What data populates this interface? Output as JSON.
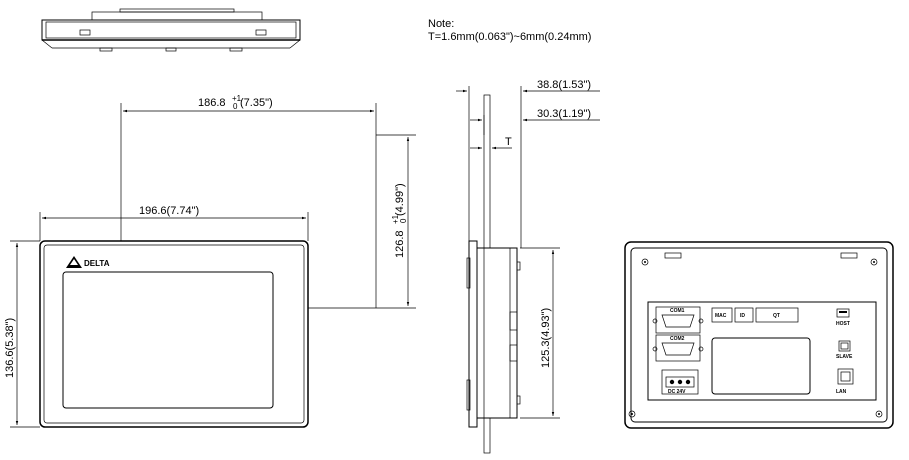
{
  "note": {
    "title": "Note:",
    "body": "T=1.6mm(0.063\")~6mm(0.24mm)"
  },
  "dimensions": {
    "cutout_width_value": "186.8",
    "cutout_width_tol_upper": "+1",
    "cutout_width_tol_lower": "0",
    "cutout_width_inch": "(7.35\")",
    "panel_width": "196.6(7.74\")",
    "cutout_height_value": "126.8",
    "cutout_height_tol_upper": "+1",
    "cutout_height_tol_lower": "0",
    "cutout_height_inch": "(4.99\")",
    "panel_height": "136.6(5.38\")",
    "depth_total": "38.8(1.53\")",
    "depth_body": "30.3(1.19\")",
    "thickness_label": "T",
    "body_height": "125.3(4.93\")"
  },
  "front_logo": "DELTA",
  "rear_labels": {
    "com1": "COM1",
    "com2": "COM2",
    "mac": "MAC",
    "id": "ID",
    "qr": "QT",
    "host": "HOST",
    "slave": "SLAVE",
    "lan": "LAN",
    "power": "DC 24V"
  }
}
